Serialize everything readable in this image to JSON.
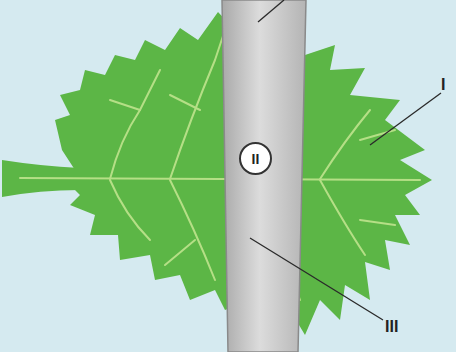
{
  "diagram": {
    "nodes": [
      {
        "text": [
          "II"
        ]
      }
    ],
    "labels": [
      "I",
      "III"
    ]
  }
}
